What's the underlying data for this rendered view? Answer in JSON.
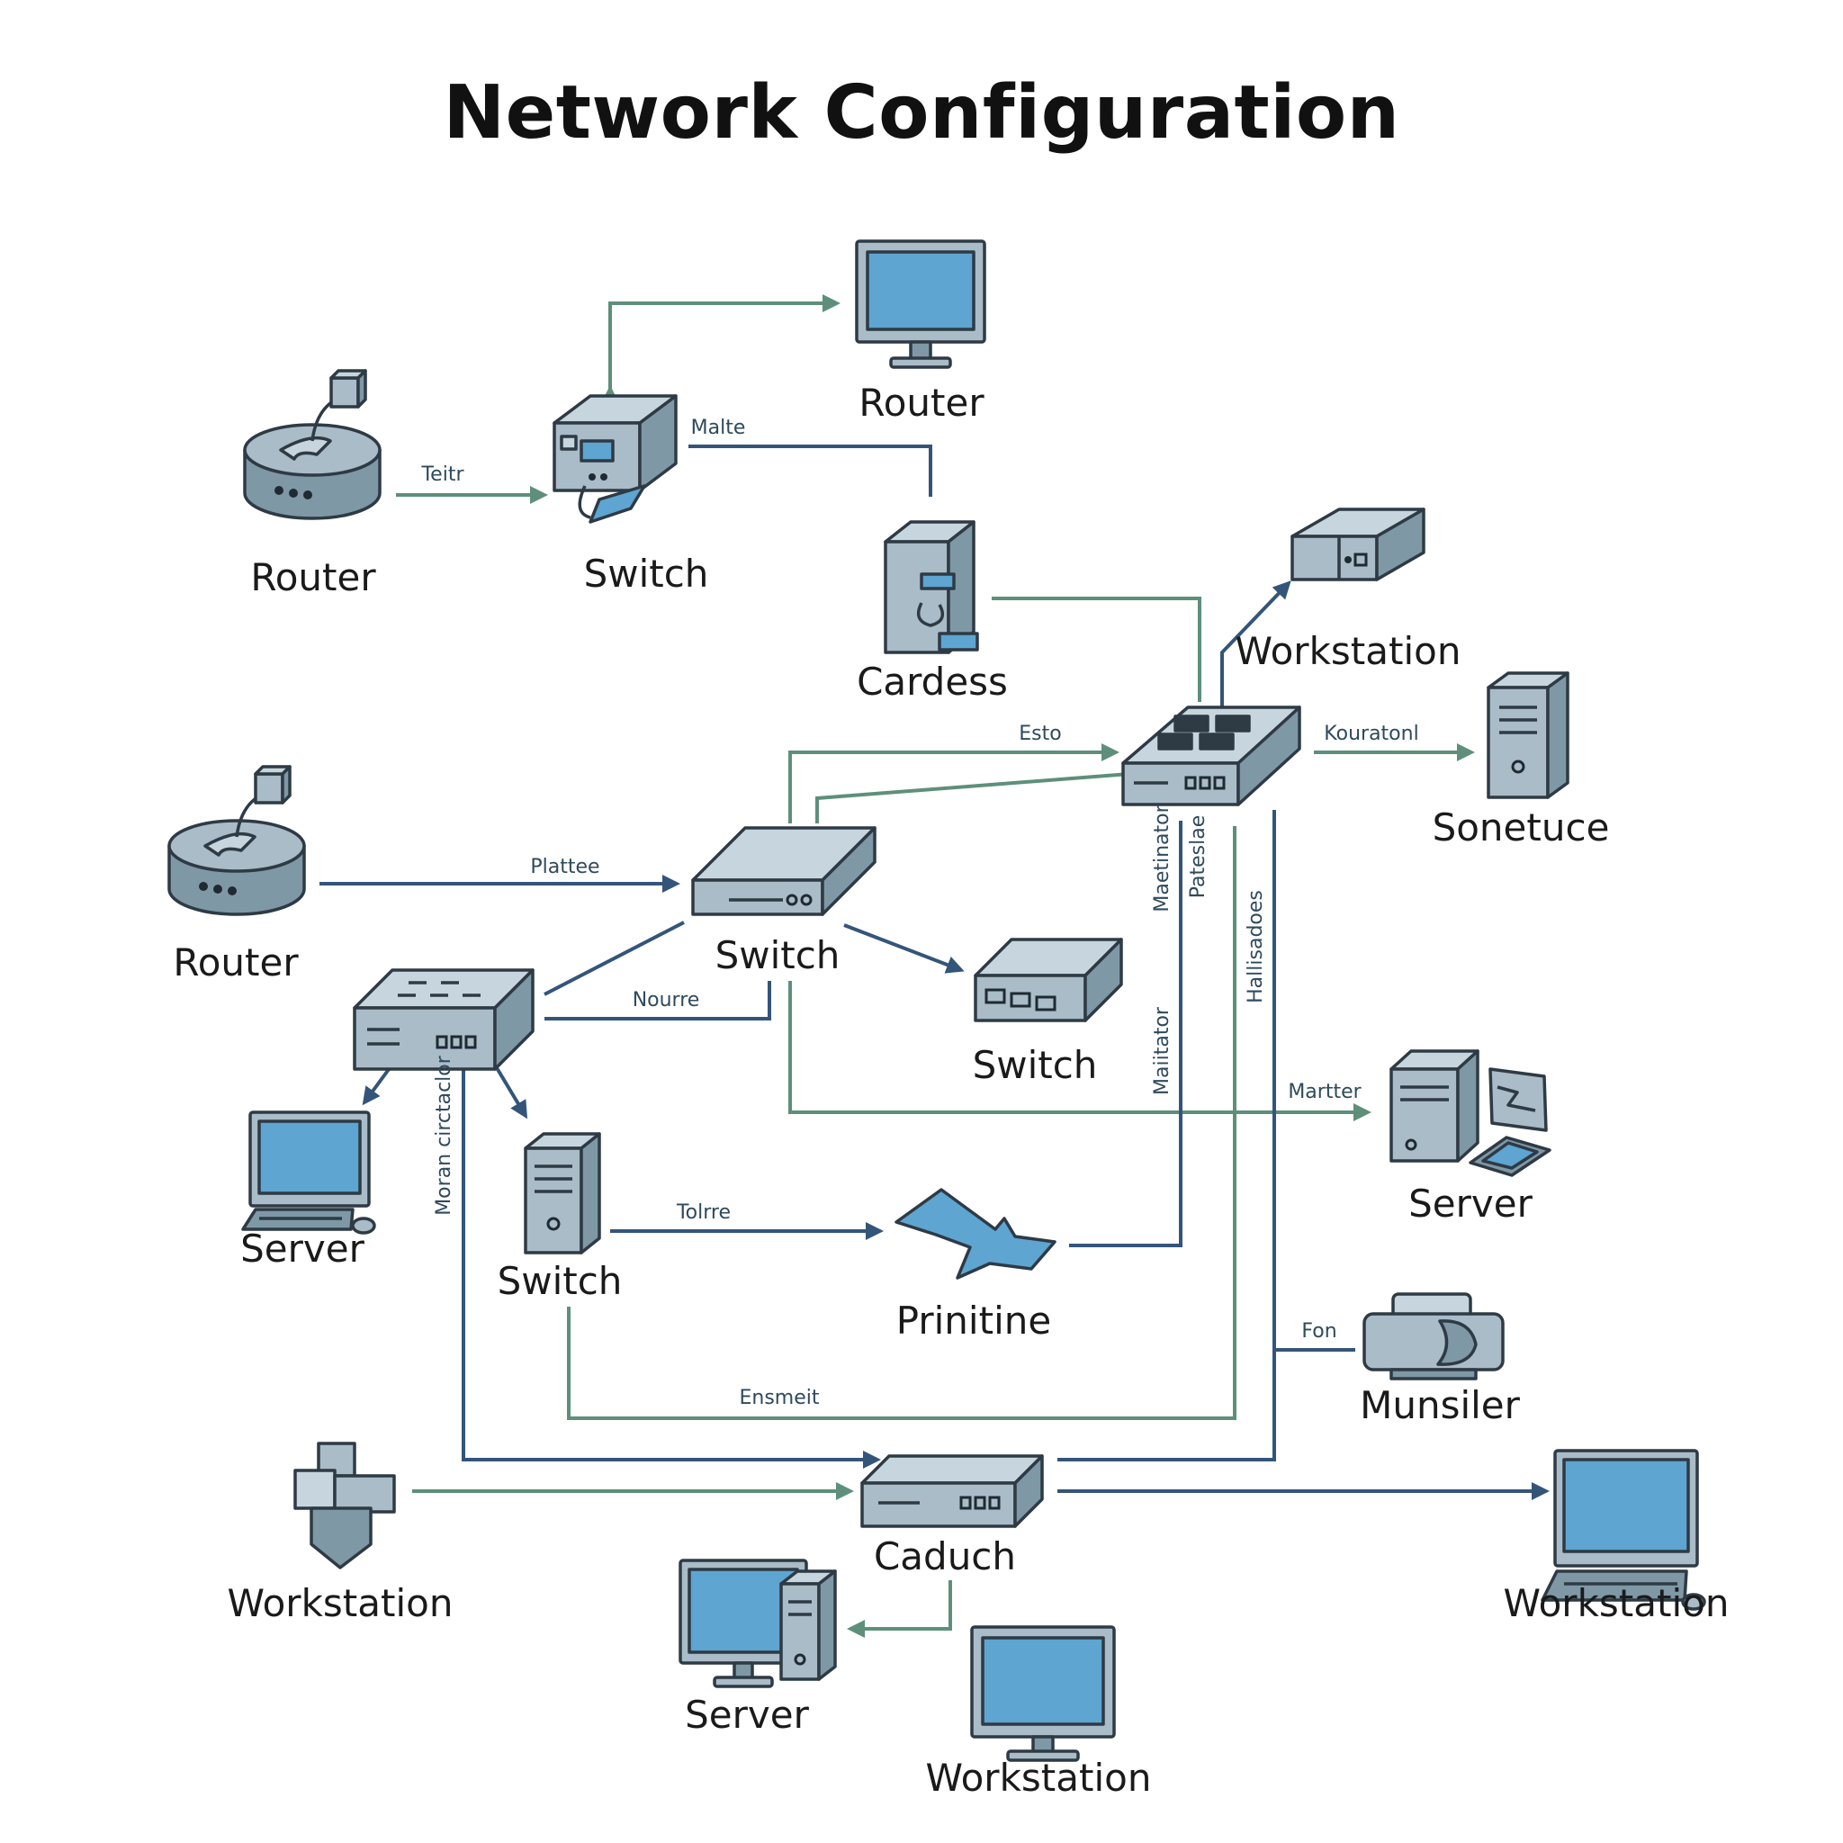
{
  "title": "Network Configuration",
  "nodes": {
    "router_top": "Router",
    "switch_top": "Switch",
    "router_left_top": "Router",
    "cardess": "Cardess",
    "workstation_upper_right": "Workstation",
    "sonetuce": "Sonetuce",
    "router_mid": "Router",
    "switch_center": "Switch",
    "switch_small": "Switch",
    "server_left": "Server",
    "switch_tower": "Switch",
    "prinitine": "Prinitine",
    "server_right": "Server",
    "munsiler": "Munsiler",
    "workstation_left": "Workstation",
    "caduch": "Caduch",
    "workstation_right": "Workstation",
    "server_bottom": "Server",
    "workstation_bottom": "Workstation"
  },
  "edges": {
    "teitr": "Teitr",
    "malte": "Malte",
    "plattee": "Plattee",
    "nourre": "Nourre",
    "esto": "Esto",
    "kouratonl": "Kouratonl",
    "martter": "Martter",
    "tolrre": "Tolrre",
    "ensmeit": "Ensmeit",
    "fon": "Fon",
    "maetinator": "Maetinator",
    "pateslae": "Pateslae",
    "maiitator": "Maiitator",
    "hallisadoes": "Hallisadoes",
    "moran_circtaclor": "Moran circtaclor"
  },
  "colors": {
    "green_link": "#5e8f7b",
    "blue_link": "#34557a",
    "device_body": "#a9bcc8",
    "screen": "#5ea5d1"
  }
}
